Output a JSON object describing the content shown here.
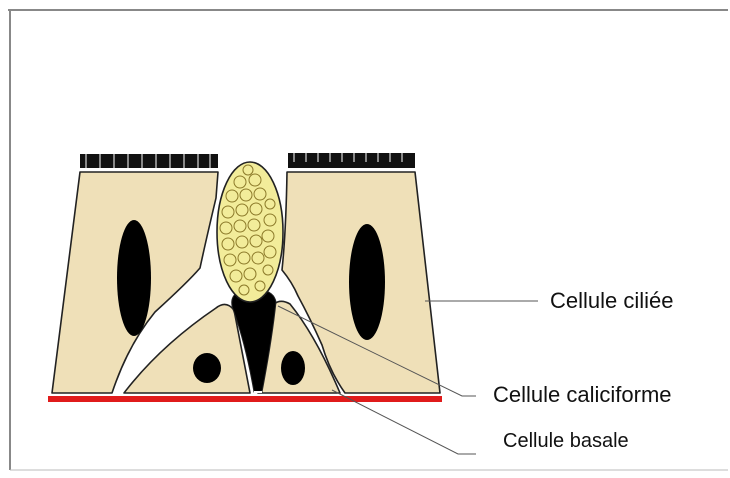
{
  "labels": {
    "ciliated_cell": "Cellule ciliée",
    "goblet_cell": "Cellule caliciforme",
    "basal_cell": "Cellule basale"
  },
  "colors": {
    "cell_fill": "#efe0b8",
    "nucleus": "#000000",
    "basement_membrane": "#e01b1b",
    "mucus_granule": "#f2ec9a",
    "frame": "#888888"
  }
}
